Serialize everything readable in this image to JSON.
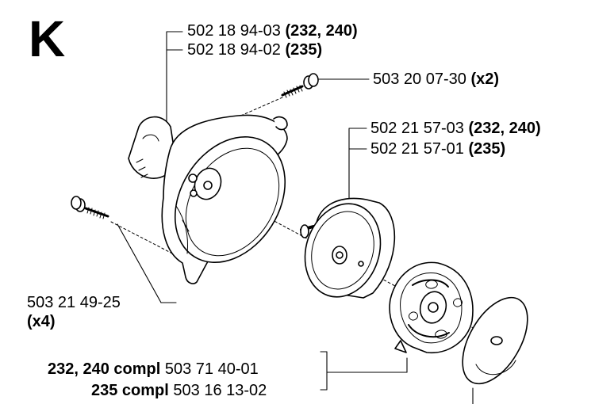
{
  "section": "K",
  "callouts": {
    "housing": {
      "line1_part": "502 18 94-03",
      "line1_models": "(232, 240)",
      "line2_part": "502 18 94-02",
      "line2_models": "(235)"
    },
    "screw_top": {
      "part": "503 20 07-30",
      "qty": "(x2)"
    },
    "drum": {
      "line1_part": "502 21 57-03",
      "line1_models": "(232, 240)",
      "line2_part": "502 21 57-01",
      "line2_models": "(235)"
    },
    "screw_left": {
      "part": "503 21 49-25",
      "qty": "(x4)"
    },
    "clutch": {
      "line1_models": "232, 240 compl",
      "line1_part": "503 71 40-01",
      "line2_models": "235 compl",
      "line2_part": "503 16 13-02"
    }
  }
}
